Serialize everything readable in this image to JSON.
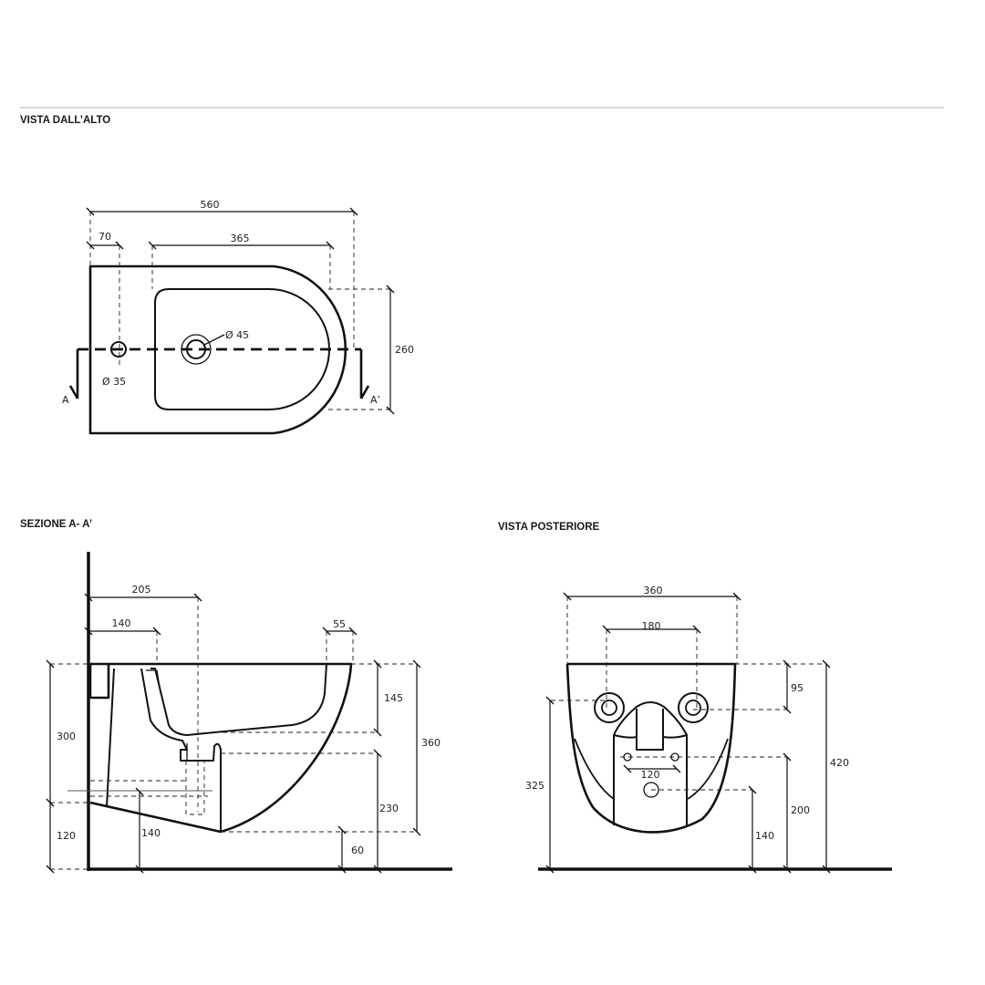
{
  "top_view": {
    "title": "VISTA DALL’ALTO",
    "dims": {
      "width": "560",
      "offset": "70",
      "bowl": "365",
      "depth": "260"
    },
    "holes": {
      "tap": "Ø 35",
      "drain": "Ø 45"
    },
    "section_marks": {
      "left": "A",
      "right": "A’"
    }
  },
  "section_view": {
    "title": "SEZIONE A- A’",
    "dims": {
      "d205": "205",
      "d140_top": "140",
      "d55": "55",
      "d145": "145",
      "d360": "360",
      "d230": "230",
      "d60": "60",
      "d300": "300",
      "d120": "120",
      "d140_bottom": "140"
    }
  },
  "rear_view": {
    "title": "VISTA POSTERIORE",
    "dims": {
      "d360": "360",
      "d180": "180",
      "d95": "95",
      "d420": "420",
      "d200": "200",
      "d140": "140",
      "d325": "325",
      "d120": "120"
    }
  }
}
